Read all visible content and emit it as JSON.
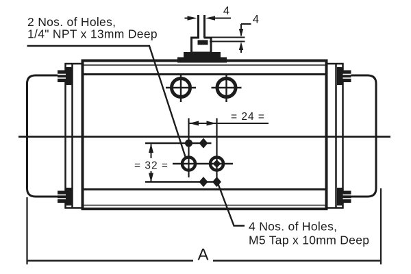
{
  "drawing": {
    "type": "pneumatic-actuator-dimension-drawing",
    "notes": {
      "ports": {
        "line1": "2 Nos. of Holes,",
        "line2": "1/4\" NPT x 13mm Deep"
      },
      "mounting": {
        "line1": "4 Nos. of Holes,",
        "line2": "M5 Tap x 10mm Deep"
      }
    },
    "dimensions": {
      "slot_width": "4",
      "slot_depth": "4",
      "hole_pitch_horizontal": "= 24 =",
      "hole_pitch_vertical": "= 32 =",
      "overall_length": "A"
    },
    "colors": {
      "line": "#1c1c1c",
      "background": "#ffffff"
    }
  }
}
